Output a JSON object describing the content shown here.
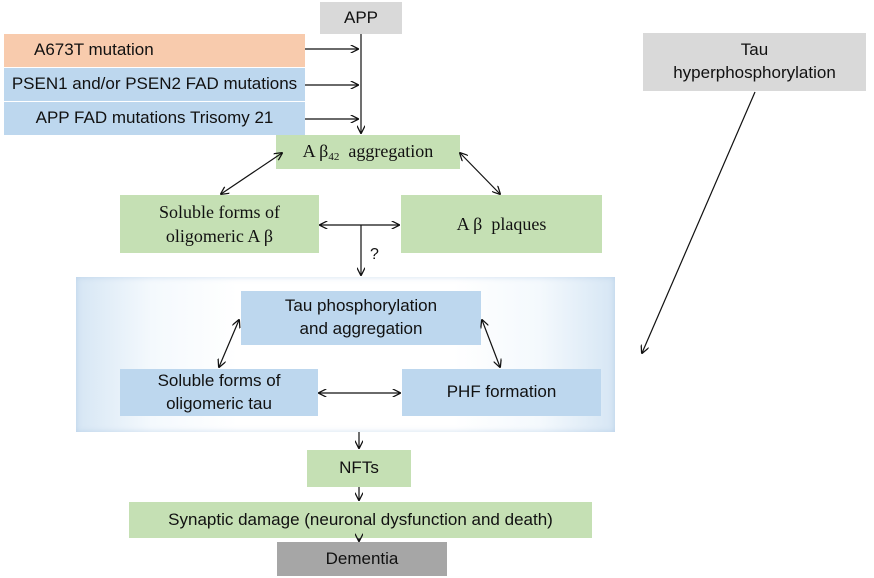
{
  "nodes": {
    "app": "APP",
    "a673t": "A673T mutation",
    "psen": "PSEN1 and/or PSEN2 FAD mutations",
    "app_fad": "APP FAD mutations Trisomy 21",
    "abeta_agg_pre": "A β",
    "abeta_agg_sub": "42",
    "abeta_agg_post": "aggregation",
    "soluble_abeta_line1": "Soluble forms of",
    "soluble_abeta_line2": "oligomeric A β",
    "abeta_plaques": "A β  plaques",
    "tau_hyper_line1": "Tau",
    "tau_hyper_line2": "hyperphosphorylation",
    "tau_phos_line1": "Tau phosphorylation",
    "tau_phos_line2": "and aggregation",
    "soluble_tau_line1": "Soluble forms of",
    "soluble_tau_line2": "oligomeric tau",
    "phf": "PHF formation",
    "nfts": "NFTs",
    "synaptic": "Synaptic damage (neuronal dysfunction and death)",
    "dementia": "Dementia"
  },
  "question_mark": "?",
  "colors": {
    "gray": "#d9d9d9",
    "orange": "#f8cbad",
    "blue": "#bdd7ee",
    "green": "#c5e0b4"
  }
}
